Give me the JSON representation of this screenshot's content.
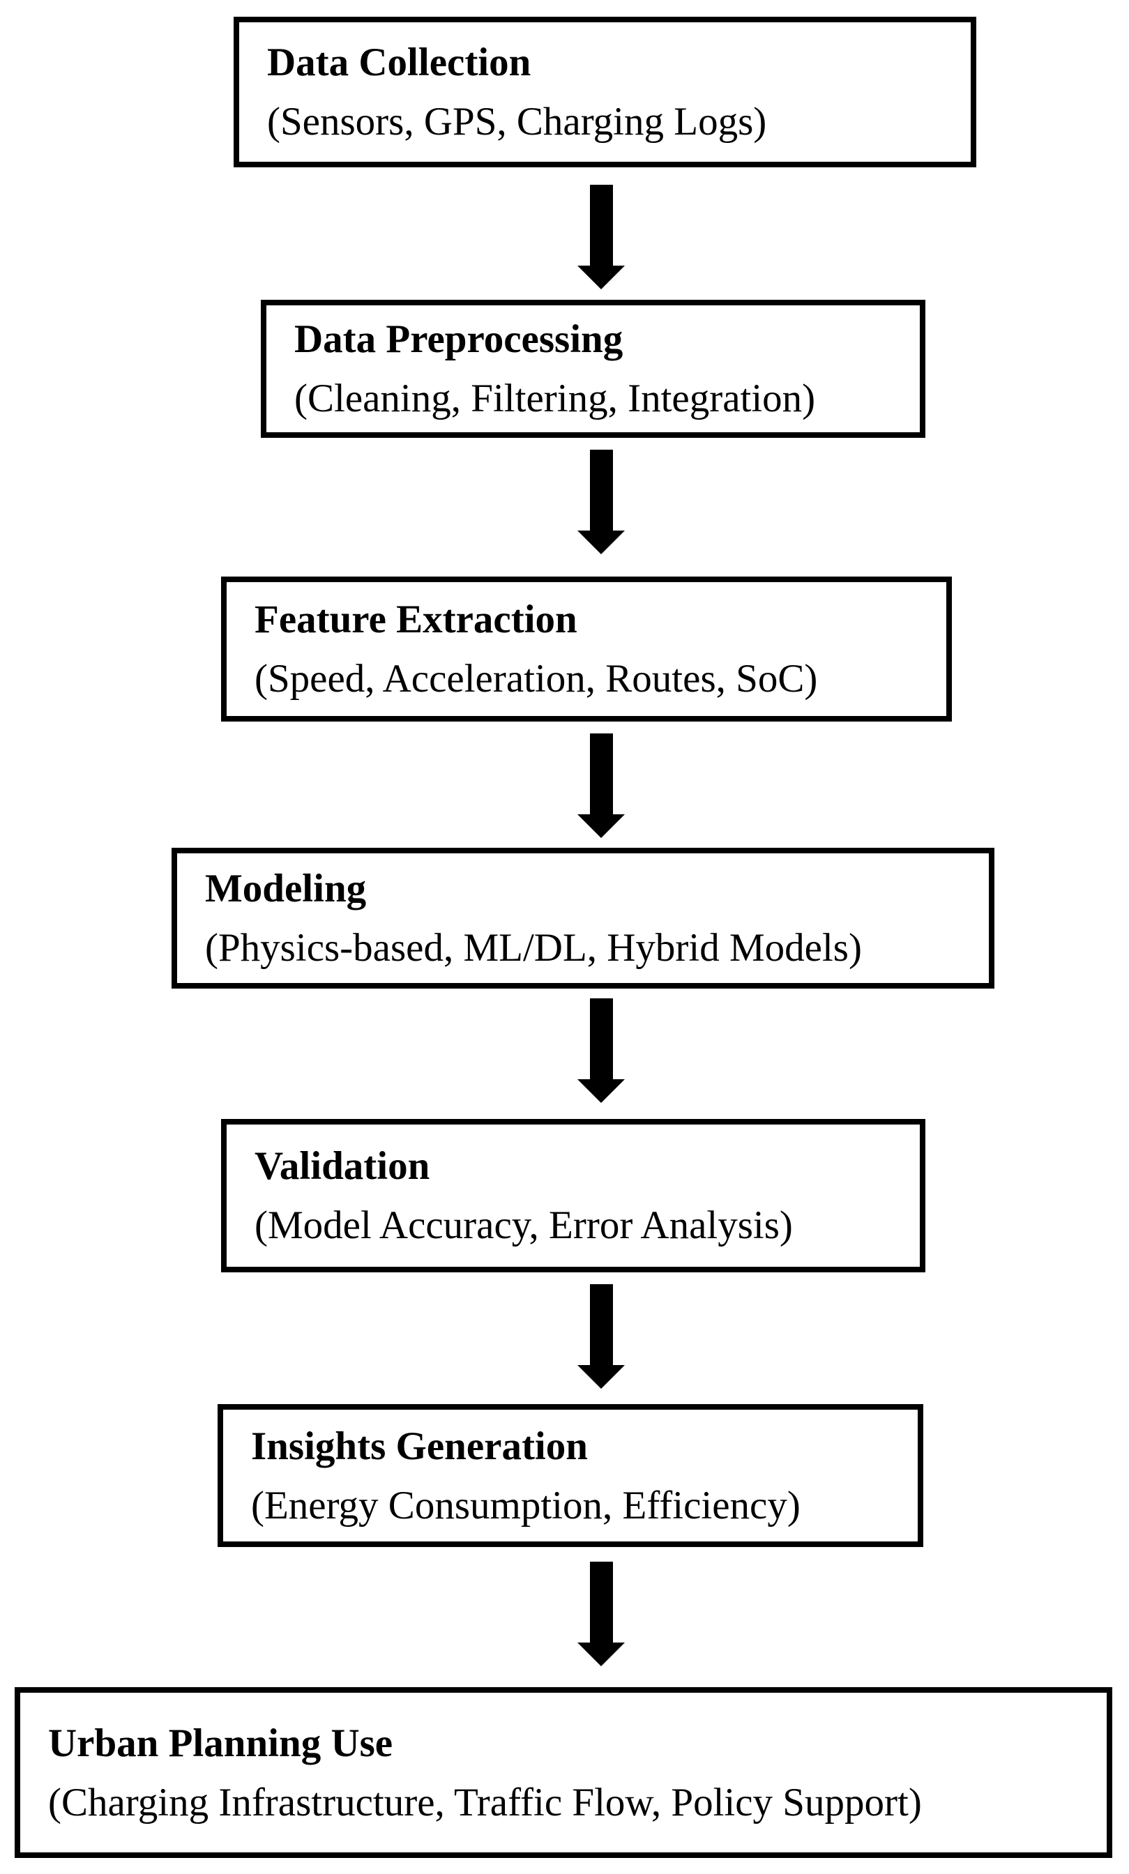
{
  "diagram": {
    "type": "flowchart",
    "direction": "top-to-bottom",
    "colors": {
      "background": "#ffffff",
      "box_fill": "#ffffff",
      "box_border": "#000000",
      "text": "#000000",
      "arrow": "#000000"
    },
    "steps": [
      {
        "title": "Data Collection",
        "subtitle": "(Sensors, GPS, Charging Logs)"
      },
      {
        "title": "Data Preprocessing",
        "subtitle": "(Cleaning, Filtering, Integration)"
      },
      {
        "title": "Feature Extraction",
        "subtitle": "(Speed, Acceleration, Routes, SoC)"
      },
      {
        "title": "Modeling",
        "subtitle": "(Physics-based, ML/DL, Hybrid Models)"
      },
      {
        "title": "Validation",
        "subtitle": "(Model Accuracy, Error Analysis)"
      },
      {
        "title": "Insights Generation",
        "subtitle": "(Energy Consumption, Efficiency)"
      },
      {
        "title": "Urban Planning Use",
        "subtitle": "(Charging Infrastructure, Traffic Flow, Policy Support)"
      }
    ],
    "connections": [
      {
        "from": 0,
        "to": 1
      },
      {
        "from": 1,
        "to": 2
      },
      {
        "from": 2,
        "to": 3
      },
      {
        "from": 3,
        "to": 4
      },
      {
        "from": 4,
        "to": 5
      },
      {
        "from": 5,
        "to": 6
      }
    ]
  }
}
